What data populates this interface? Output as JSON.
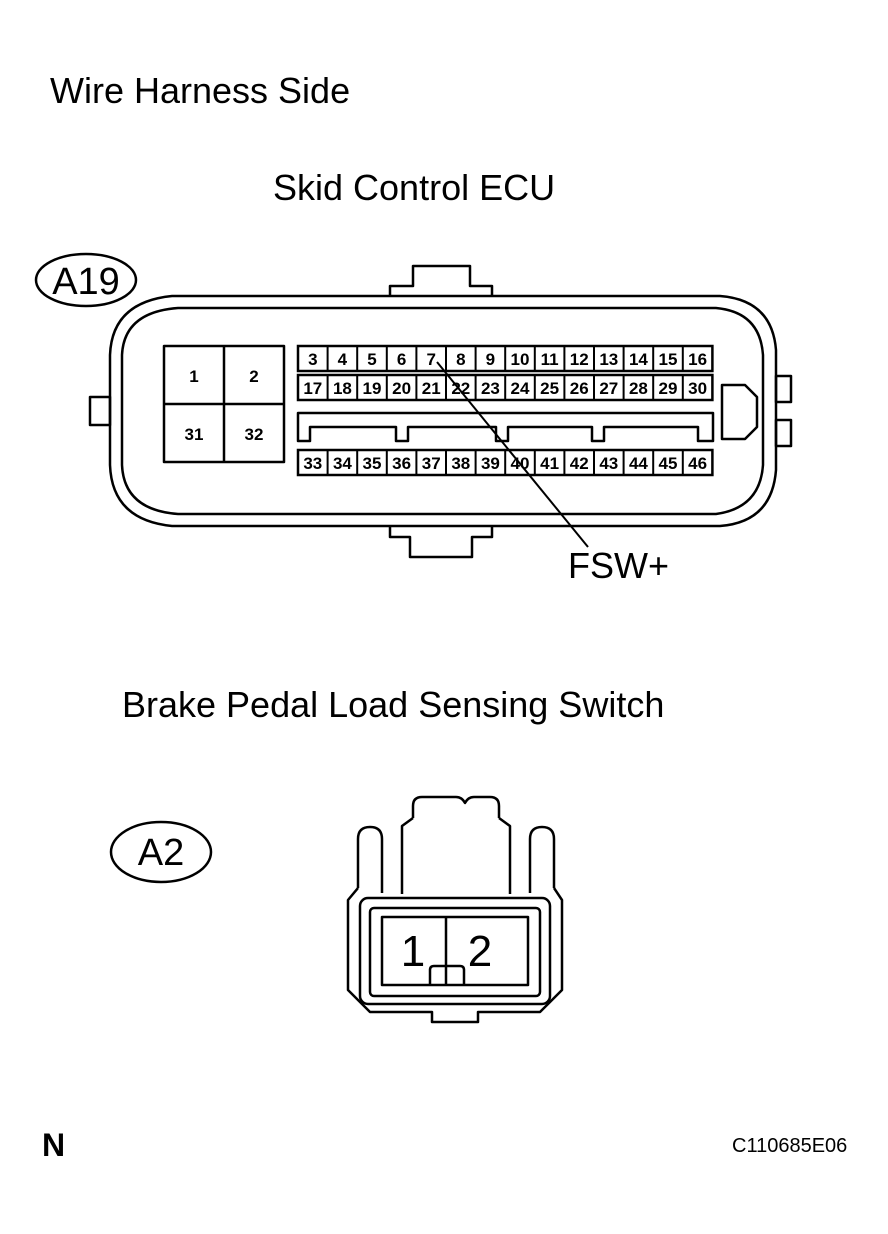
{
  "titles": {
    "view": "Wire Harness Side",
    "ecu": "Skid Control ECU",
    "switch": "Brake Pedal Load Sensing Switch"
  },
  "ecu_connector": {
    "code": "A19",
    "big_pins": [
      "1",
      "2",
      "31",
      "32"
    ],
    "row1": [
      "3",
      "4",
      "5",
      "6",
      "7",
      "8",
      "9",
      "10",
      "11",
      "12",
      "13",
      "14",
      "15",
      "16"
    ],
    "row2": [
      "17",
      "18",
      "19",
      "20",
      "21",
      "22",
      "23",
      "24",
      "25",
      "26",
      "27",
      "28",
      "29",
      "30"
    ],
    "row3": [
      "33",
      "34",
      "35",
      "36",
      "37",
      "38",
      "39",
      "40",
      "41",
      "42",
      "43",
      "44",
      "45",
      "46"
    ],
    "signal": "FSW+"
  },
  "switch_connector": {
    "code": "A2",
    "pins": [
      "1",
      "2"
    ]
  },
  "footer": {
    "orientation": "N",
    "figure_code": "C110685E06"
  }
}
